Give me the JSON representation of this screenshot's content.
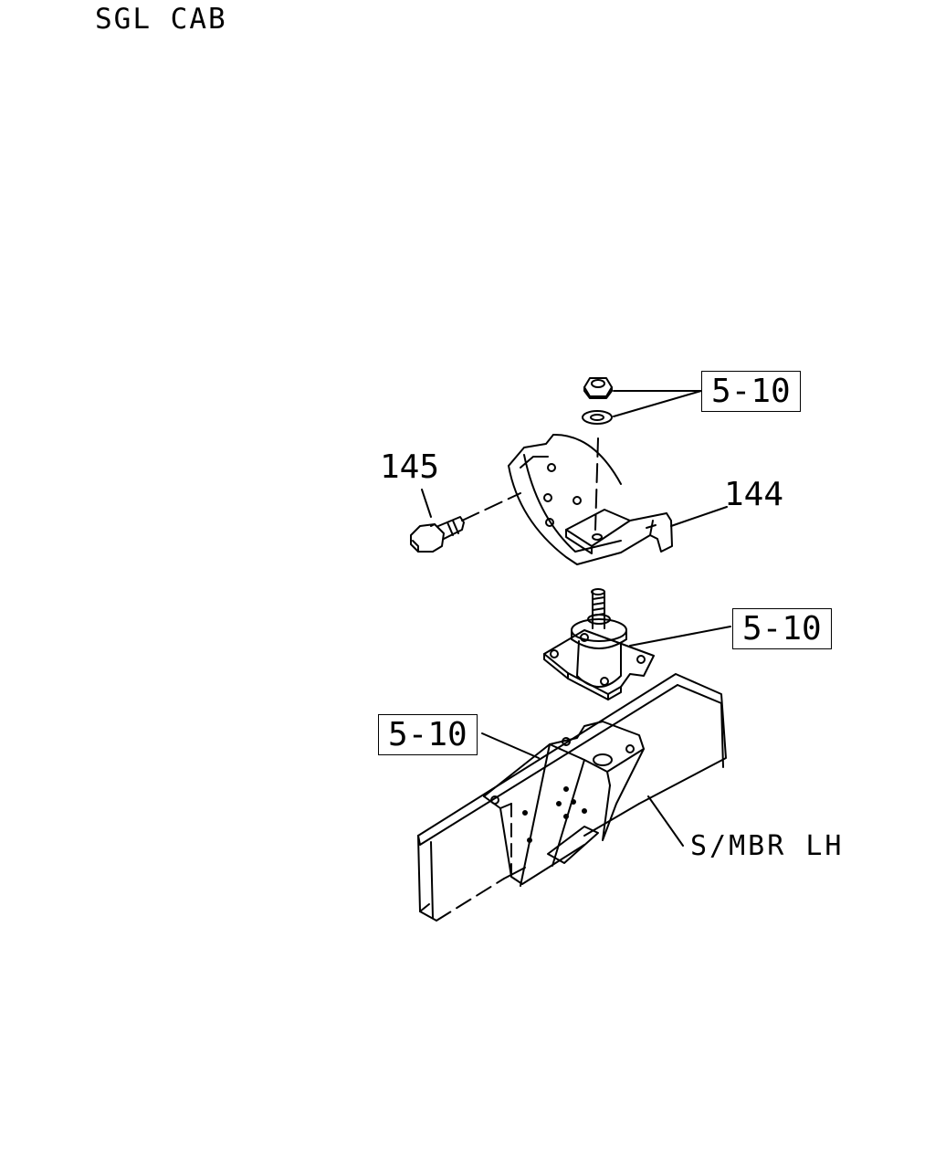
{
  "header": {
    "title": "SGL CAB"
  },
  "callouts": {
    "part_145": "145",
    "part_144": "144",
    "ref_nut_washer": "5-10",
    "ref_mount": "5-10",
    "ref_bracket": "5-10",
    "side_member": "S/MBR LH"
  },
  "colors": {
    "line": "#000000",
    "background": "#ffffff"
  }
}
